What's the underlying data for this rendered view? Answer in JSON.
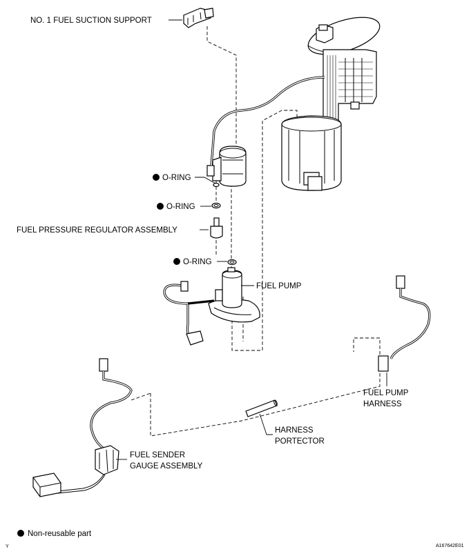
{
  "labels": {
    "suction_support": "NO. 1 FUEL SUCTION SUPPORT",
    "o_ring_1": "O-RING",
    "o_ring_2": "O-RING",
    "pressure_regulator": "FUEL PRESSURE REGULATOR ASSEMBLY",
    "o_ring_3": "O-RING",
    "fuel_pump": "FUEL PUMP",
    "harness_line1": "FUEL PUMP",
    "harness_line2": "HARNESS",
    "protector_line1": "HARNESS",
    "protector_line2": "PORTECTOR",
    "sender_line1": "FUEL SENDER",
    "sender_line2": "GAUGE ASSEMBLY"
  },
  "legend": {
    "text": "Non-reusable part"
  },
  "corner_mark": "Y",
  "figure_code": "A167642E01",
  "icons": {
    "non_reusable": "filled-circle-icon"
  },
  "colors": {
    "ink": "#000000",
    "paper": "#ffffff"
  }
}
